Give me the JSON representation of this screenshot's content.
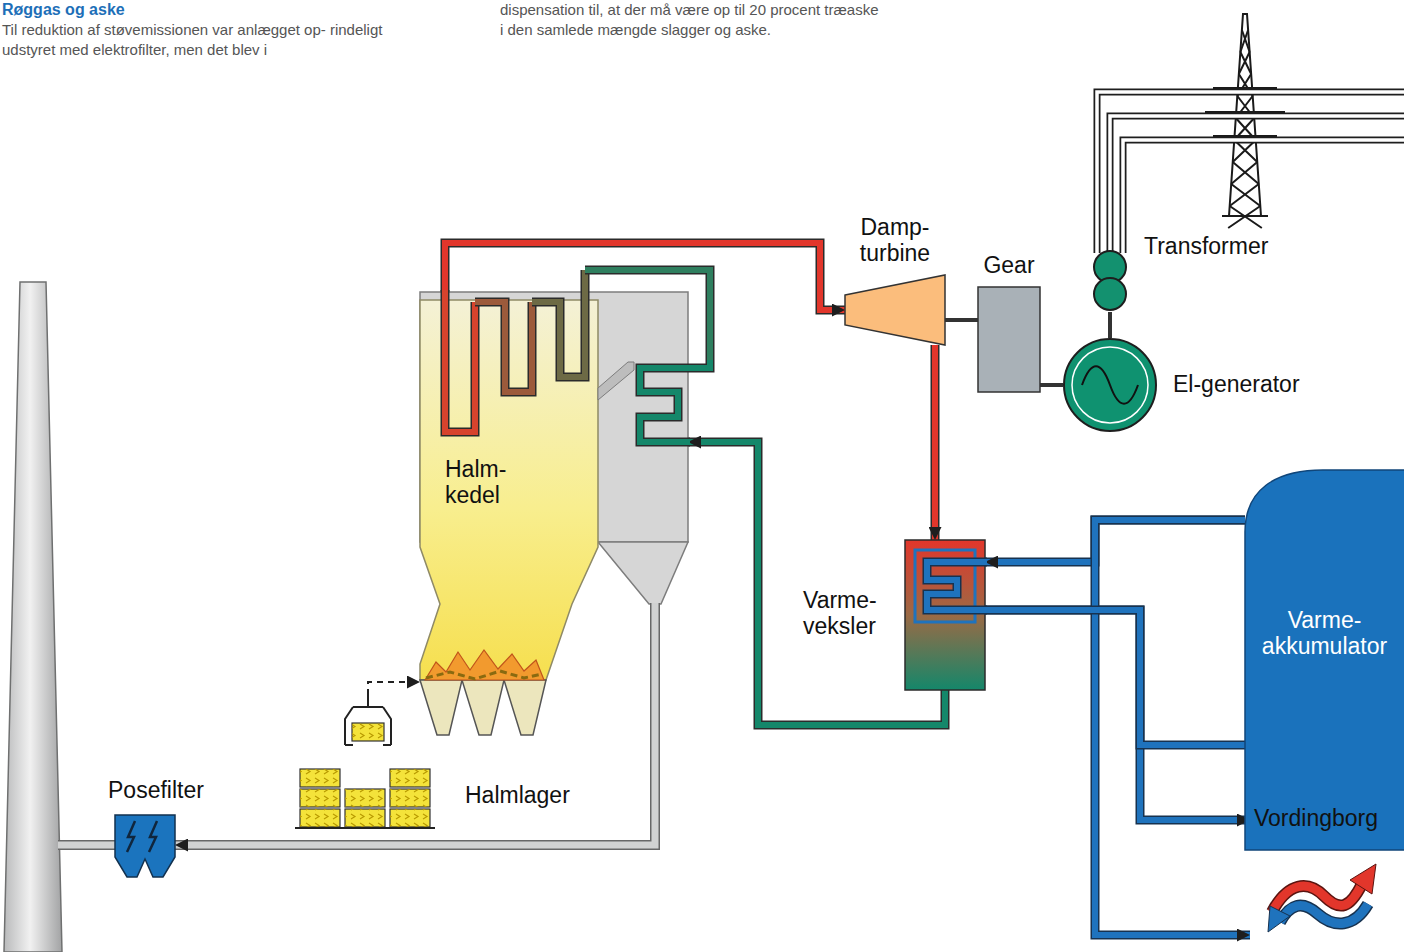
{
  "diagram": {
    "nodes": [
      {
        "text": [
          "Halm- kedel"
        ]
      },
      {
        "text": [
          "Damp- turbine"
        ]
      },
      {
        "text": [
          "Gear"
        ]
      },
      {
        "text": [
          "Transformer"
        ]
      },
      {
        "text": [
          "El-generator"
        ]
      },
      {
        "text": [
          "Varme- veksler"
        ]
      },
      {
        "text": [
          "Varme- akkumulator"
        ]
      },
      {
        "text": [
          "Halmlager"
        ]
      },
      {
        "text": [
          "Posefilter"
        ]
      },
      {
        "text": [
          "Vordingborg"
        ]
      }
    ],
    "edges": [
      {
        "from": 0,
        "to": 1,
        "arrow": "to"
      },
      {
        "from": 1,
        "to": 5,
        "arrow": "to"
      },
      {
        "from": 5,
        "to": 0,
        "arrow": "to"
      },
      {
        "from": 1,
        "to": 2,
        "arrow": "none"
      },
      {
        "from": 2,
        "to": 4,
        "arrow": "none"
      },
      {
        "from": 4,
        "to": 3,
        "arrow": "none"
      },
      {
        "from": 6,
        "to": 5,
        "arrow": "to"
      },
      {
        "from": 5,
        "to": 9,
        "arrow": "to"
      },
      {
        "from": 6,
        "to": 9,
        "arrow": "to"
      },
      {
        "from": 5,
        "to": 6,
        "arrow": "none"
      },
      {
        "from": 7,
        "to": 0,
        "arrow": "to"
      },
      {
        "from": 0,
        "to": 8,
        "arrow": "to"
      }
    ],
    "labels": [
      "Røggas og aske",
      "Til reduktion af støvemissionen var anlægget op- rindeligt udstyret med elektrofilter, men det blev i",
      "dispensation til, at der må være op til 20 procent træaske i den samlede mængde slagger og aske."
    ]
  }
}
